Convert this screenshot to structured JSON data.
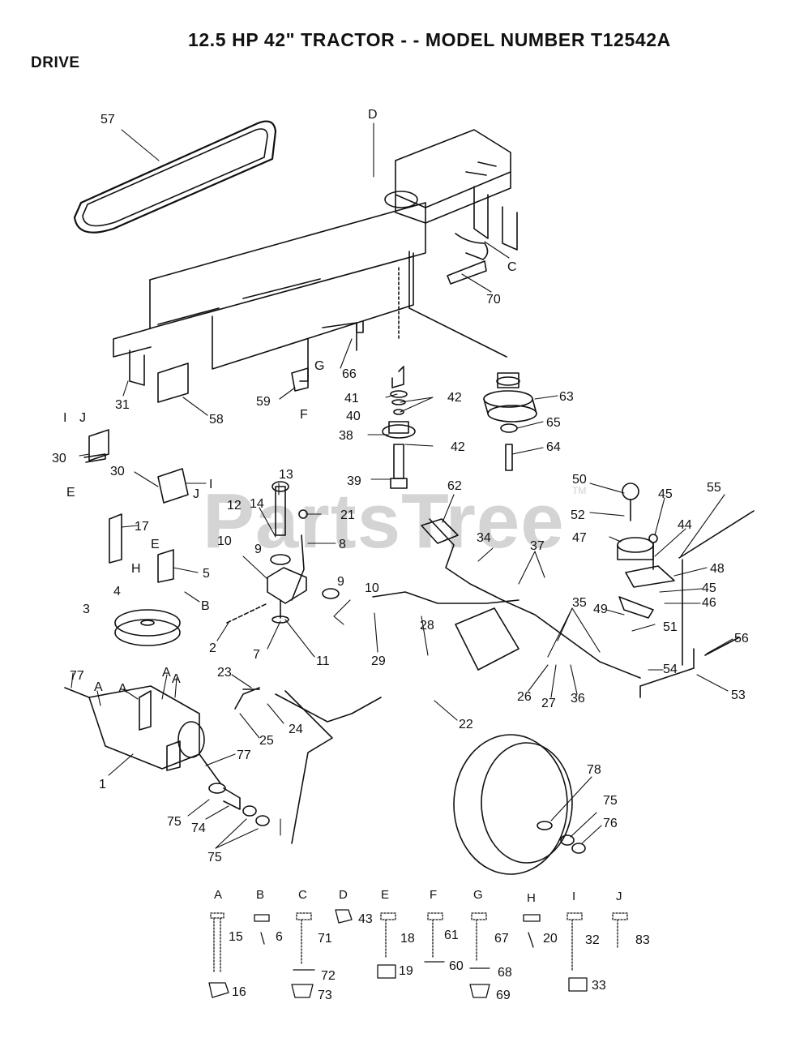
{
  "header": {
    "title": "12.5 HP 42\"  TRACTOR - - MODEL NUMBER T12542A",
    "section": "DRIVE"
  },
  "watermark": {
    "text": "PartsTree",
    "tm": "TM"
  },
  "diagram": {
    "callouts": {
      "c57": "57",
      "cD": "D",
      "cC": "C",
      "c70": "70",
      "c31": "31",
      "c58": "58",
      "c59": "59",
      "cF": "F",
      "cG": "G",
      "c66": "66",
      "c41": "41",
      "c40": "40",
      "c42a": "42",
      "c38": "38",
      "c42b": "42",
      "c39": "39",
      "c63": "63",
      "c65": "65",
      "c64": "64",
      "c30a": "30",
      "c30b": "30",
      "cI1": "I",
      "cJ1": "J",
      "cI2": "I",
      "cJ2": "J",
      "cE1": "E",
      "c17": "17",
      "cE2": "E",
      "cH": "H",
      "c5": "5",
      "cB": "B",
      "c13": "13",
      "c12": "12",
      "c14": "14",
      "c21": "21",
      "c10a": "10",
      "c9a": "9",
      "c8": "8",
      "c9b": "9",
      "c10b": "10",
      "c2": "2",
      "c7": "7",
      "c11": "11",
      "c4": "4",
      "c3": "3",
      "c62": "62",
      "c34": "34",
      "c37": "37",
      "c29": "29",
      "c28": "28",
      "c50": "50",
      "c45a": "45",
      "c55": "55",
      "c52": "52",
      "c44": "44",
      "c47": "47",
      "c48": "48",
      "c45b": "45",
      "c46": "46",
      "c49": "49",
      "c35": "35",
      "c51": "51",
      "c56": "56",
      "c54": "54",
      "c53": "53",
      "c26": "26",
      "c27": "27",
      "c36": "36",
      "c77a": "77",
      "cA1": "A",
      "cA2": "A",
      "cA3": "A",
      "cA4": "A",
      "c23": "23",
      "c24": "24",
      "c25": "25",
      "c22": "22",
      "c77b": "77",
      "c1": "1",
      "c75a": "75",
      "c74": "74",
      "c75b": "75",
      "c78": "78",
      "c75c": "75",
      "c76": "76"
    },
    "hardware": [
      {
        "letter": "A",
        "parts": [
          "15",
          "16"
        ]
      },
      {
        "letter": "B",
        "parts": [
          "6"
        ]
      },
      {
        "letter": "C",
        "parts": [
          "71",
          "72",
          "73"
        ]
      },
      {
        "letter": "D",
        "parts": [
          "43"
        ]
      },
      {
        "letter": "E",
        "parts": [
          "18",
          "19"
        ]
      },
      {
        "letter": "F",
        "parts": [
          "61",
          "60"
        ]
      },
      {
        "letter": "G",
        "parts": [
          "67",
          "68",
          "69"
        ]
      },
      {
        "letter": "H",
        "parts": [
          "20"
        ]
      },
      {
        "letter": "I",
        "parts": [
          "32",
          "33"
        ]
      },
      {
        "letter": "J",
        "parts": [
          "83"
        ]
      }
    ]
  }
}
